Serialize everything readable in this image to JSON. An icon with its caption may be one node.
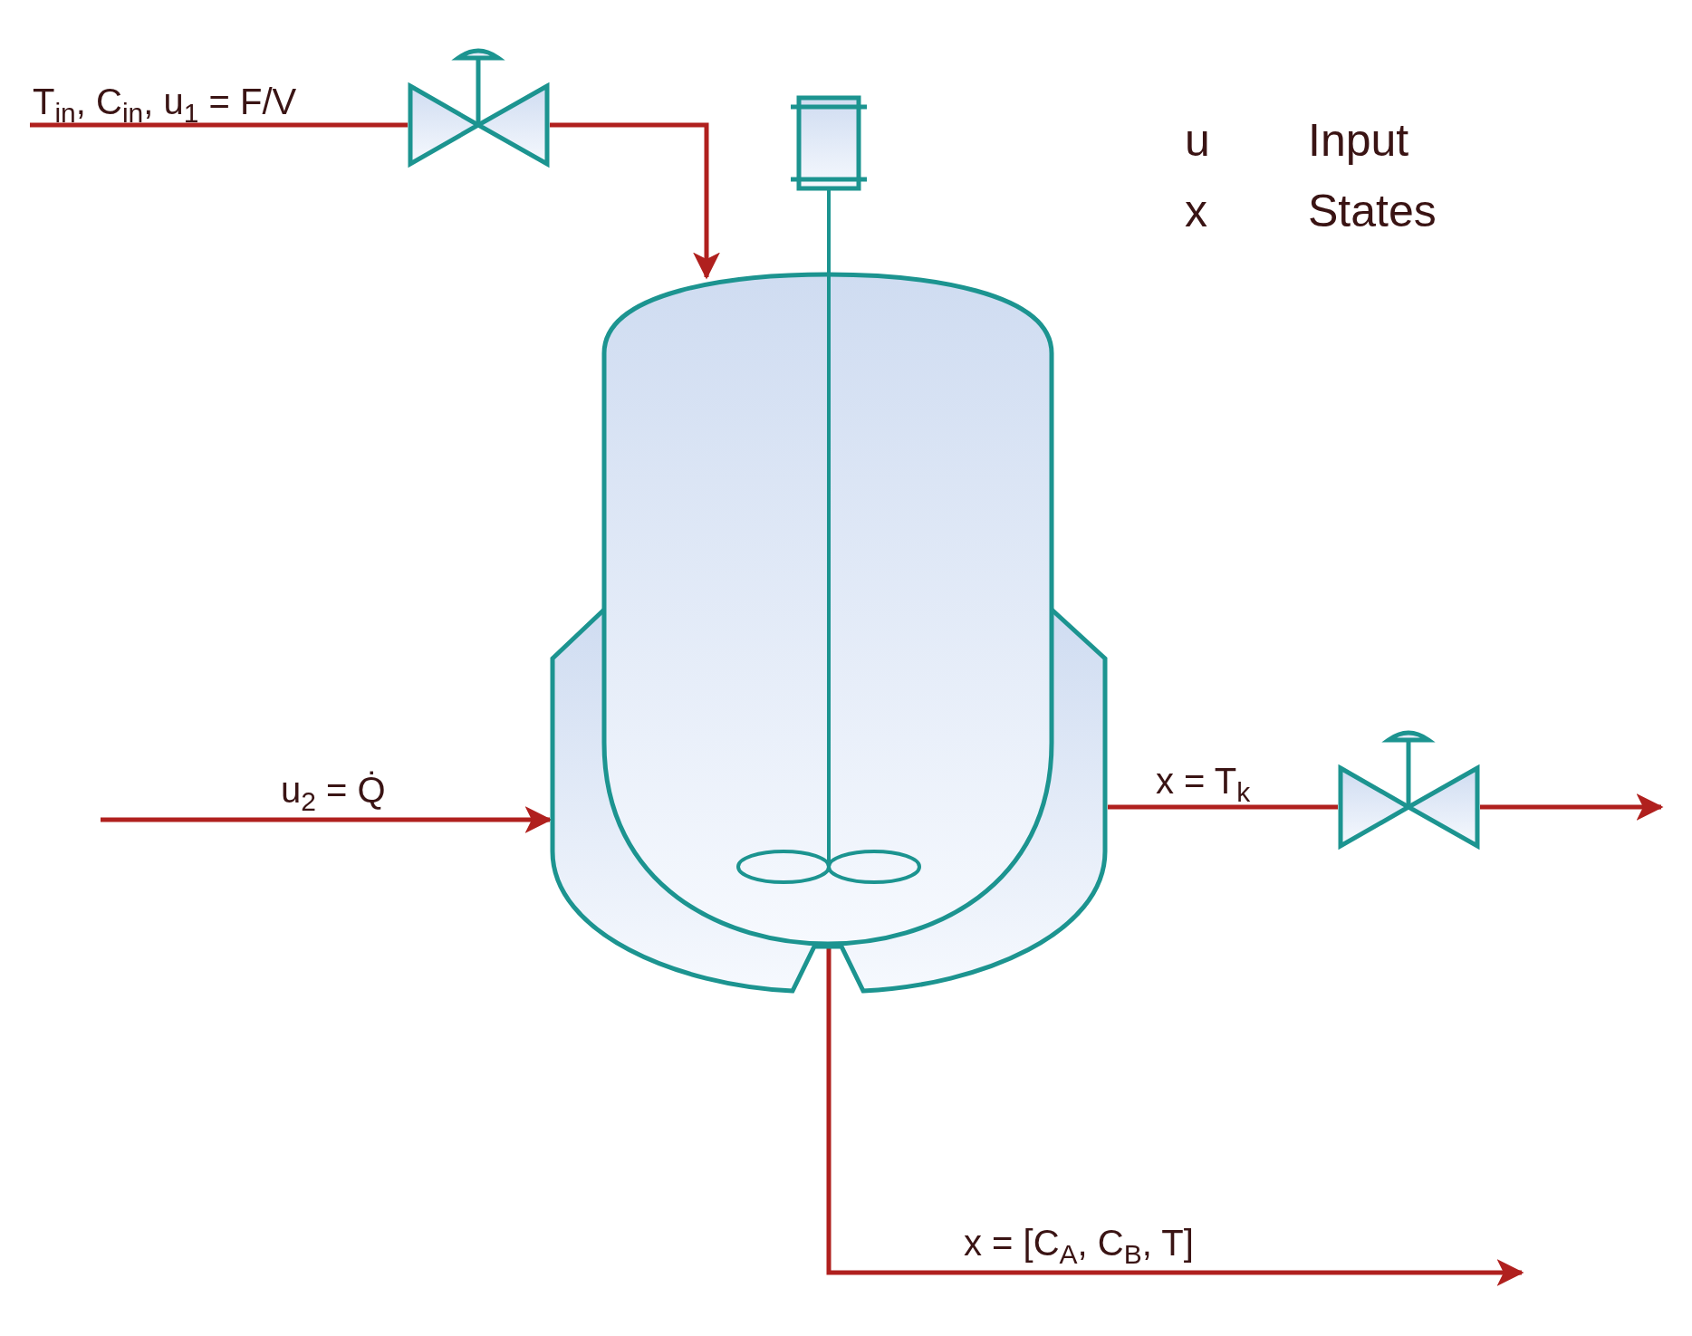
{
  "diagram": {
    "nodes": [
      {
        "text": [],
        "shape": "valve"
      },
      {
        "text": [],
        "shape": "tank"
      },
      {
        "text": [],
        "shape": "valve"
      }
    ],
    "edges": [
      {
        "from": null,
        "to": 0,
        "arrow": "none",
        "label": "T$_{in}$, C$_{in}$, u$_{1}$ = F/V"
      },
      {
        "from": 0,
        "to": 1,
        "arrow": "to"
      },
      {
        "from": null,
        "to": 1,
        "arrow": "to",
        "label": "u$_{2}$ = Q̇"
      },
      {
        "from": 1,
        "to": 2,
        "arrow": "none",
        "label": "x = T$_{k}$"
      },
      {
        "from": 2,
        "to": null,
        "arrow": "to"
      },
      {
        "from": 1,
        "to": null,
        "arrow": "to",
        "label": "x = [C$_{A}$, C$_{B}$, T]"
      }
    ],
    "labels": [
      "u",
      "Input",
      "x",
      "States"
    ]
  }
}
